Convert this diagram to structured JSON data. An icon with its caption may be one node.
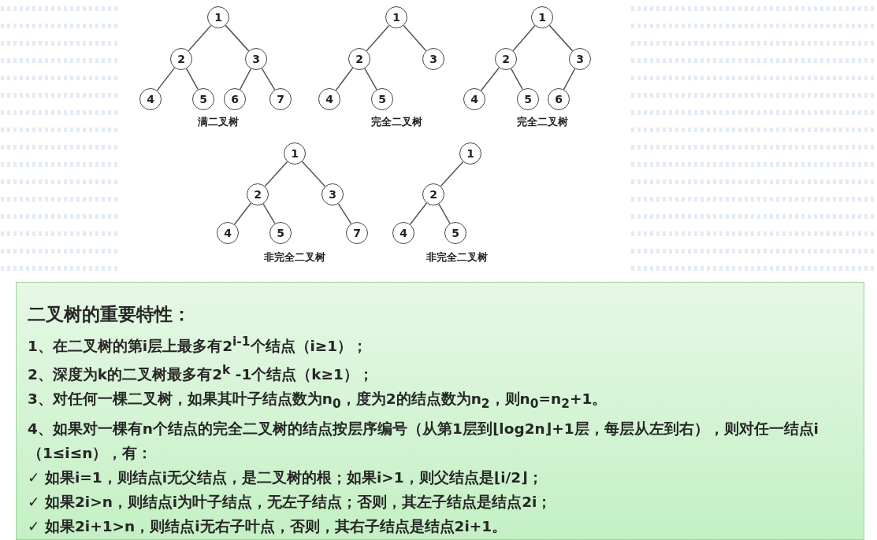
{
  "diagram": {
    "nodes": [
      {
        "text": [
          "1"
        ]
      },
      {
        "text": [
          "2"
        ]
      },
      {
        "text": [
          "3"
        ]
      },
      {
        "text": [
          "4"
        ]
      },
      {
        "text": [
          "5"
        ]
      },
      {
        "text": [
          "6"
        ]
      },
      {
        "text": [
          "7"
        ]
      },
      {
        "text": [
          "1"
        ]
      },
      {
        "text": [
          "2"
        ]
      },
      {
        "text": [
          "3"
        ]
      },
      {
        "text": [
          "4"
        ]
      },
      {
        "text": [
          "5"
        ]
      },
      {
        "text": [
          "1"
        ]
      },
      {
        "text": [
          "2"
        ]
      },
      {
        "text": [
          "3"
        ]
      },
      {
        "text": [
          "4"
        ]
      },
      {
        "text": [
          "5"
        ]
      },
      {
        "text": [
          "6"
        ]
      },
      {
        "text": [
          "1"
        ]
      },
      {
        "text": [
          "2"
        ]
      },
      {
        "text": [
          "3"
        ]
      },
      {
        "text": [
          "4"
        ]
      },
      {
        "text": [
          "5"
        ]
      },
      {
        "text": [
          "7"
        ]
      },
      {
        "text": [
          "1"
        ]
      },
      {
        "text": [
          "2"
        ]
      },
      {
        "text": [
          "4"
        ]
      },
      {
        "text": [
          "5"
        ]
      },
      {
        "text": [
          "二叉树的重要特性：",
          "1、在二叉树的第i层上最多有2$^{i-1}$个结点（i≥1）；",
          "2、深度为k的二叉树最多有2$^{k}$ -1个结点（k≥1）；",
          "3、对任何一棵二叉树，如果其叶子结点数为n$_{0}$，度为2的结点数为n$_{2}$，则n$_{0}$=n$_{2}$+1。",
          "4、如果对一棵有n个结点的完全二叉树的结点按层序编号（从第1层到⌊log2n⌋+1层，每层从左到右），则对任一结点i（1≤i≤n），有：",
          "✓ 如果i=1，则结点i无父结点，是二叉树的根；如果i>1，则父结点是⌊i/2⌋；",
          "✓ 如果2i>n，则结点i为叶子结点，无左子结点；否则，其左子结点是结点2i；",
          "✓ 如果2i+1>n，则结点i无右子叶点，否则，其右子结点是结点2i+1。"
        ]
      }
    ],
    "edges": [
      {
        "from": 0,
        "to": 1,
        "arrow": "none"
      },
      {
        "from": 0,
        "to": 2,
        "arrow": "none"
      },
      {
        "from": 1,
        "to": 3,
        "arrow": "none"
      },
      {
        "from": 1,
        "to": 4,
        "arrow": "none"
      },
      {
        "from": 2,
        "to": 5,
        "arrow": "none"
      },
      {
        "from": 2,
        "to": 6,
        "arrow": "none"
      },
      {
        "from": 7,
        "to": 8,
        "arrow": "none"
      },
      {
        "from": 7,
        "to": 9,
        "arrow": "none"
      },
      {
        "from": 8,
        "to": 10,
        "arrow": "none"
      },
      {
        "from": 8,
        "to": 11,
        "arrow": "none"
      },
      {
        "from": 12,
        "to": 13,
        "arrow": "none"
      },
      {
        "from": 12,
        "to": 14,
        "arrow": "none"
      },
      {
        "from": 13,
        "to": 15,
        "arrow": "none"
      },
      {
        "from": 13,
        "to": 16,
        "arrow": "none"
      },
      {
        "from": 14,
        "to": 17,
        "arrow": "none"
      },
      {
        "from": 18,
        "to": 19,
        "arrow": "none"
      },
      {
        "from": 18,
        "to": 20,
        "arrow": "none"
      },
      {
        "from": 19,
        "to": 21,
        "arrow": "none"
      },
      {
        "from": 19,
        "to": 22,
        "arrow": "none"
      },
      {
        "from": 20,
        "to": 23,
        "arrow": "none"
      },
      {
        "from": 24,
        "to": 25,
        "arrow": "none"
      },
      {
        "from": 25,
        "to": 26,
        "arrow": "none"
      },
      {
        "from": 25,
        "to": 27,
        "arrow": "none"
      }
    ],
    "labels": [
      "满二叉树",
      "完全二叉树",
      "完全二叉树",
      "非完全二叉树",
      "非完全二叉树"
    ]
  }
}
